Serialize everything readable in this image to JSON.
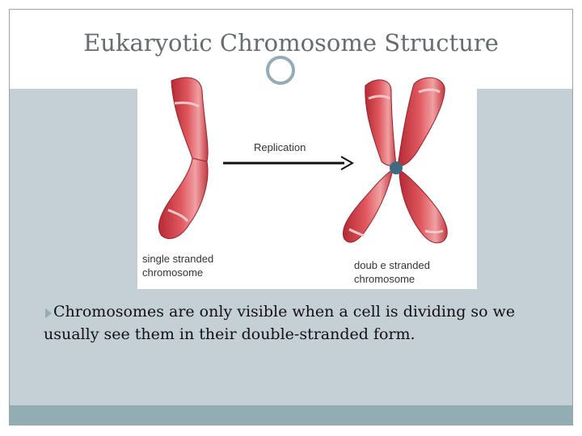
{
  "slide": {
    "title": "Eukaryotic Chromosome Structure",
    "body_text": "Chromosomes are only visible when a cell is dividing so we usually see them in their double-stranded form."
  },
  "diagram": {
    "arrow_label": "Replication",
    "left_label": "single stranded\nchromosome",
    "right_label": "doub e stranded\nchromosome"
  },
  "colors": {
    "chromosome_red": "#d9464f",
    "chromosome_light": "#f2a3a6",
    "centromere": "#3d6c80",
    "accent_teal": "#92aeb4",
    "content_bg": "#c5d0d6"
  }
}
